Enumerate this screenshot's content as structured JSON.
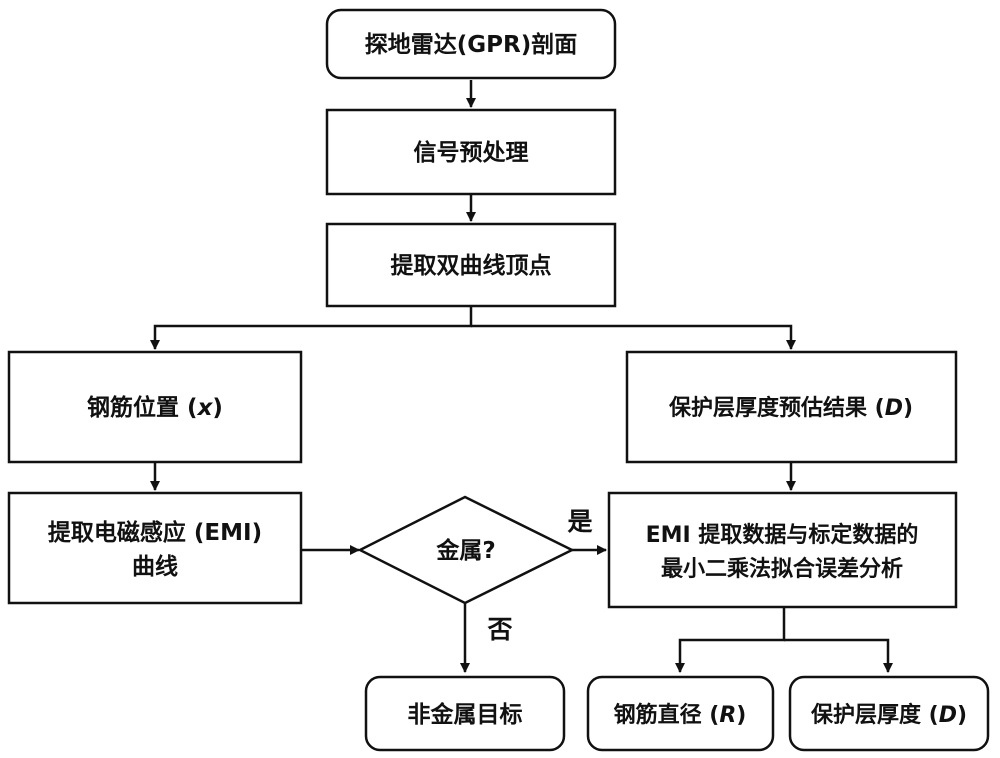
{
  "nodes": {
    "gpr": "探地雷达(GPR)剖面",
    "preprocess": "信号预处理",
    "apex": "提取双曲线顶点",
    "rebar_pos": {
      "text": "钢筋位置 (",
      "var": "x",
      "close": ")"
    },
    "cover_estimate": {
      "text": "保护层厚度预估结果 (",
      "var": "D",
      "close": ")"
    },
    "emi_curve": {
      "line1": "提取电磁感应 (EMI)",
      "line2": "曲线"
    },
    "metal": "金属?",
    "fit": {
      "line1": "EMI 提取数据与标定数据的",
      "line2": "最小二乘法拟合误差分析"
    },
    "non_metal": "非金属目标",
    "diameter": {
      "text": "钢筋直径 (",
      "var": "R",
      "close": ")"
    },
    "cover": {
      "text": "保护层厚度 (",
      "var": "D",
      "close": ")"
    }
  },
  "edge_labels": {
    "yes": "是",
    "no": "否"
  }
}
